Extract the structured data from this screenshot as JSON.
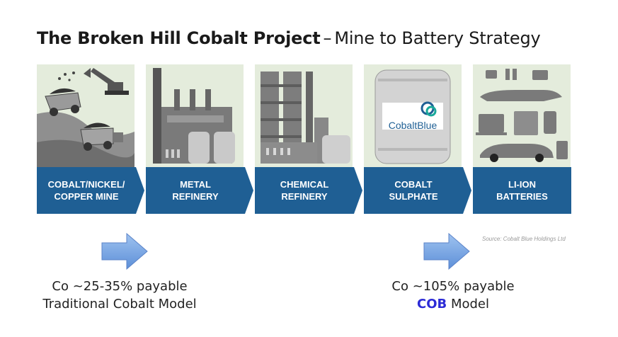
{
  "title": {
    "bold": "The Broken Hill Cobalt Project",
    "dash": "–",
    "rest": "Mine to Battery Strategy"
  },
  "stages": [
    {
      "label": "COBALT/NICKEL/\nCOPPER MINE",
      "icon": "mine-trucks-excavator-icon"
    },
    {
      "label": "METAL\nREFINERY",
      "icon": "metal-refinery-icon"
    },
    {
      "label": "CHEMICAL\nREFINERY",
      "icon": "chemical-refinery-icon"
    },
    {
      "label": "COBALT\nSULPHATE",
      "icon": "cobalt-sulphate-drum-icon",
      "drum_text": "CobaltBlue"
    },
    {
      "label": "LI-ION\nBATTERIES",
      "icon": "battery-products-icon"
    }
  ],
  "source": "Source: Cobalt Blue Holdings Ltd",
  "notes": {
    "traditional": {
      "line1": "Co ~25-35% payable",
      "line2": "Traditional Cobalt Model"
    },
    "cob": {
      "line1": "Co ~105% payable",
      "line2_bold": "COB",
      "line2_rest": " Model"
    }
  },
  "colors": {
    "banner": "#1f5f94",
    "panel": "#e4ecdc",
    "arrow": "#6b9ee0",
    "cob": "#2c2bd6"
  }
}
